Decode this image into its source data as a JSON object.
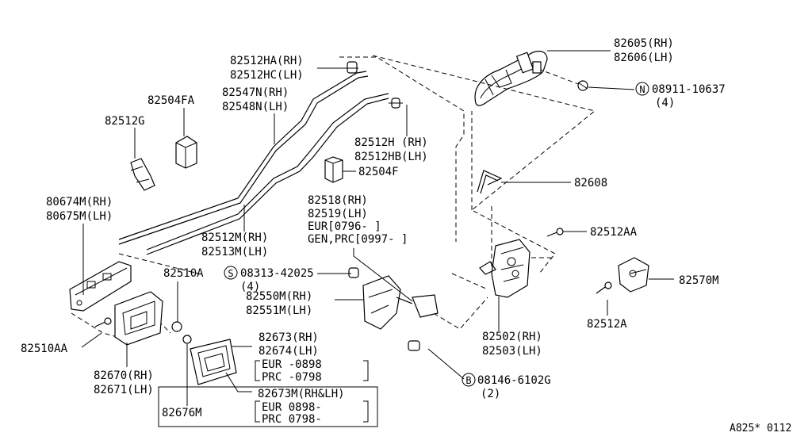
{
  "labels": {
    "l82605": "82605(RH)",
    "l82606": "82606(LH)",
    "l08911": "08911-10637",
    "l08911q": "(4)",
    "l82512ha": "82512HA(RH)",
    "l82512hc": "82512HC(LH)",
    "l82547n": "82547N(RH)",
    "l82548n": "82548N(LH)",
    "l82504fa": "82504FA",
    "l82512g": "82512G",
    "l82512h": "82512H (RH)",
    "l82512hb": "82512HB(LH)",
    "l82504f": "82504F",
    "l82608": "82608",
    "l80674m": "80674M(RH)",
    "l80675m": "80675M(LH)",
    "l82518": "82518(RH)",
    "l82519": "82519(LH)",
    "leur0796": "EUR[0796-    ]",
    "lgen": "GEN,PRC[0997-    ]",
    "l82512aa": "82512AA",
    "l82512m": "82512M(RH)",
    "l82513m": "82513M(LH)",
    "l82510a": "82510A",
    "l08313": "08313-42025",
    "l08313q": "(4)",
    "l82570m": "82570M",
    "l82550m": "82550M(RH)",
    "l82551m": "82551M(LH)",
    "l82512a": "82512A",
    "l82510aa": "82510AA",
    "l82673": "82673(RH)",
    "l82674": "82674(LH)",
    "leur0898": "EUR    -0898",
    "lprc0798": "PRC    -0798",
    "l82502": "82502(RH)",
    "l82503": "82503(LH)",
    "l82670": "82670(RH)",
    "l82671": "82671(LH)",
    "l08146": "08146-6102G",
    "l08146q": "(2)",
    "l82673m": "82673M(RH&LH)",
    "leur0898b": "EUR 0898-",
    "lprc0798b": "PRC 0798-",
    "l82676m": "82676M",
    "figcode": "A825* 0112"
  },
  "symbols": {
    "n": "N",
    "s": "S",
    "b": "B"
  }
}
